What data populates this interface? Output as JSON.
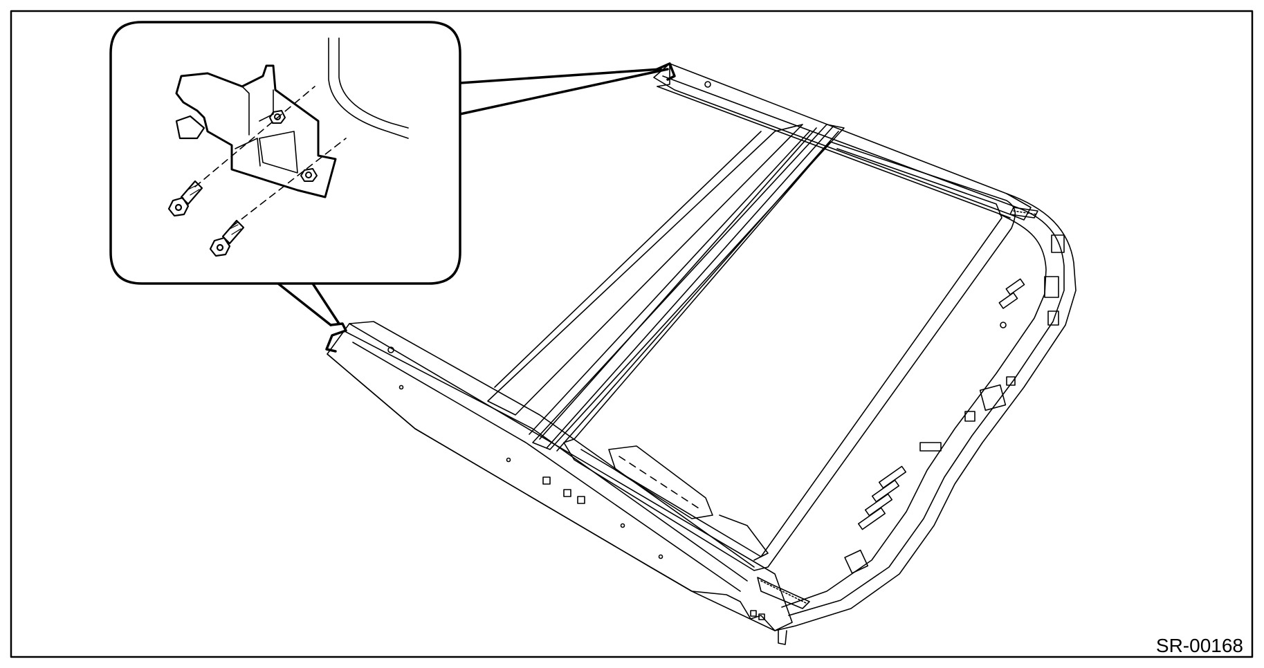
{
  "figure": {
    "code": "SR-00168",
    "line_color": "#000000",
    "background": "#ffffff"
  },
  "parts": {
    "sunroof_frame": "sunroof-frame-assembly",
    "glass_panel": "sunroof-glass-panel",
    "bracket": "mounting-bracket",
    "bolts": 2,
    "nuts": 2
  }
}
